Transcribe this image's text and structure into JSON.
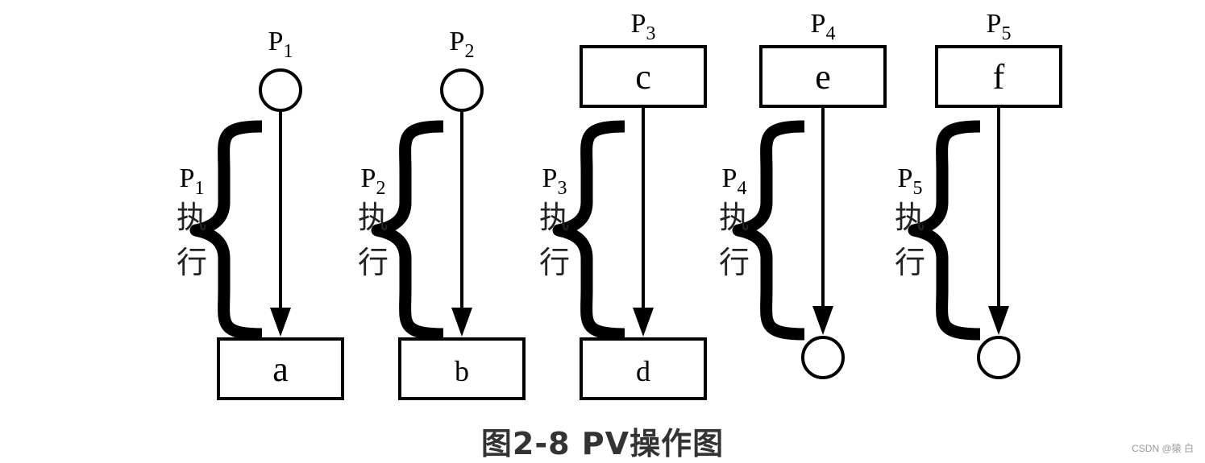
{
  "processes": [
    {
      "id": "p1",
      "label": "P",
      "sub": "1",
      "side_label": {
        "p": "P",
        "sub": "1",
        "chars": [
          "执",
          "行"
        ]
      },
      "top": {
        "kind": "circle",
        "text": ""
      },
      "bottom": {
        "kind": "box",
        "text": "a"
      }
    },
    {
      "id": "p2",
      "label": "P",
      "sub": "2",
      "side_label": {
        "p": "P",
        "sub": "2",
        "chars": [
          "执",
          "行"
        ]
      },
      "top": {
        "kind": "circle",
        "text": ""
      },
      "bottom": {
        "kind": "box",
        "text": "b"
      }
    },
    {
      "id": "p3",
      "label": "P",
      "sub": "3",
      "side_label": {
        "p": "P",
        "sub": "3",
        "chars": [
          "执",
          "行"
        ]
      },
      "top": {
        "kind": "box",
        "text": "c"
      },
      "bottom": {
        "kind": "box",
        "text": "d"
      }
    },
    {
      "id": "p4",
      "label": "P",
      "sub": "4",
      "side_label": {
        "p": "P",
        "sub": "4",
        "chars": [
          "执",
          "行"
        ]
      },
      "top": {
        "kind": "box",
        "text": "e"
      },
      "bottom": {
        "kind": "circle",
        "text": ""
      }
    },
    {
      "id": "p5",
      "label": "P",
      "sub": "5",
      "side_label": {
        "p": "P",
        "sub": "5",
        "chars": [
          "执",
          "行"
        ]
      },
      "top": {
        "kind": "box",
        "text": "f"
      },
      "bottom": {
        "kind": "circle",
        "text": ""
      }
    }
  ],
  "caption": "图2-8 PV操作图",
  "watermark": "CSDN @猿 白",
  "colors": {
    "ink": "#000000",
    "caption": "#333333",
    "watermark": "#9a9a9a"
  }
}
